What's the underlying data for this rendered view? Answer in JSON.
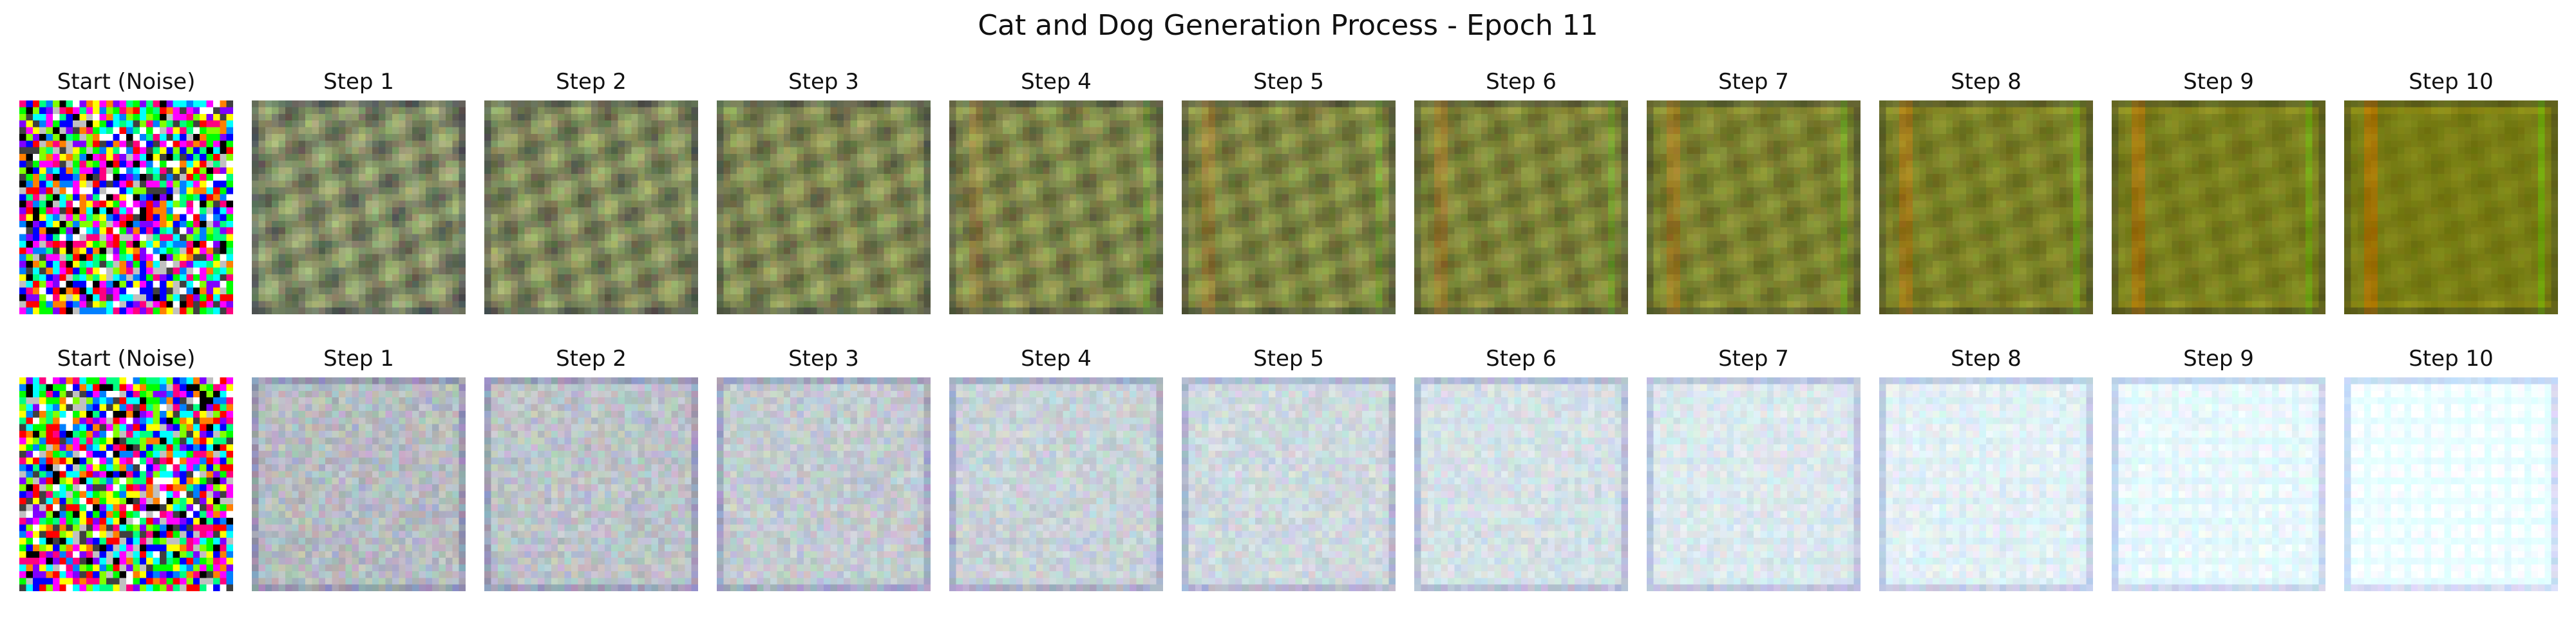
{
  "figure": {
    "title": "Cat and Dog Generation Process - Epoch 11"
  },
  "rows": [
    {
      "theme": "olive",
      "panels": [
        {
          "label": "Start (Noise)",
          "kind": "noise",
          "step": 0
        },
        {
          "label": "Step 1",
          "kind": "gen",
          "step": 1
        },
        {
          "label": "Step 2",
          "kind": "gen",
          "step": 2
        },
        {
          "label": "Step 3",
          "kind": "gen",
          "step": 3
        },
        {
          "label": "Step 4",
          "kind": "gen",
          "step": 4
        },
        {
          "label": "Step 5",
          "kind": "gen",
          "step": 5
        },
        {
          "label": "Step 6",
          "kind": "gen",
          "step": 6
        },
        {
          "label": "Step 7",
          "kind": "gen",
          "step": 7
        },
        {
          "label": "Step 8",
          "kind": "gen",
          "step": 8
        },
        {
          "label": "Step 9",
          "kind": "gen",
          "step": 9
        },
        {
          "label": "Step 10",
          "kind": "gen",
          "step": 10
        }
      ]
    },
    {
      "theme": "white",
      "panels": [
        {
          "label": "Start (Noise)",
          "kind": "noise",
          "step": 0
        },
        {
          "label": "Step 1",
          "kind": "gen",
          "step": 1
        },
        {
          "label": "Step 2",
          "kind": "gen",
          "step": 2
        },
        {
          "label": "Step 3",
          "kind": "gen",
          "step": 3
        },
        {
          "label": "Step 4",
          "kind": "gen",
          "step": 4
        },
        {
          "label": "Step 5",
          "kind": "gen",
          "step": 5
        },
        {
          "label": "Step 6",
          "kind": "gen",
          "step": 6
        },
        {
          "label": "Step 7",
          "kind": "gen",
          "step": 7
        },
        {
          "label": "Step 8",
          "kind": "gen",
          "step": 8
        },
        {
          "label": "Step 9",
          "kind": "gen",
          "step": 9
        },
        {
          "label": "Step 10",
          "kind": "gen",
          "step": 10
        }
      ]
    }
  ]
}
